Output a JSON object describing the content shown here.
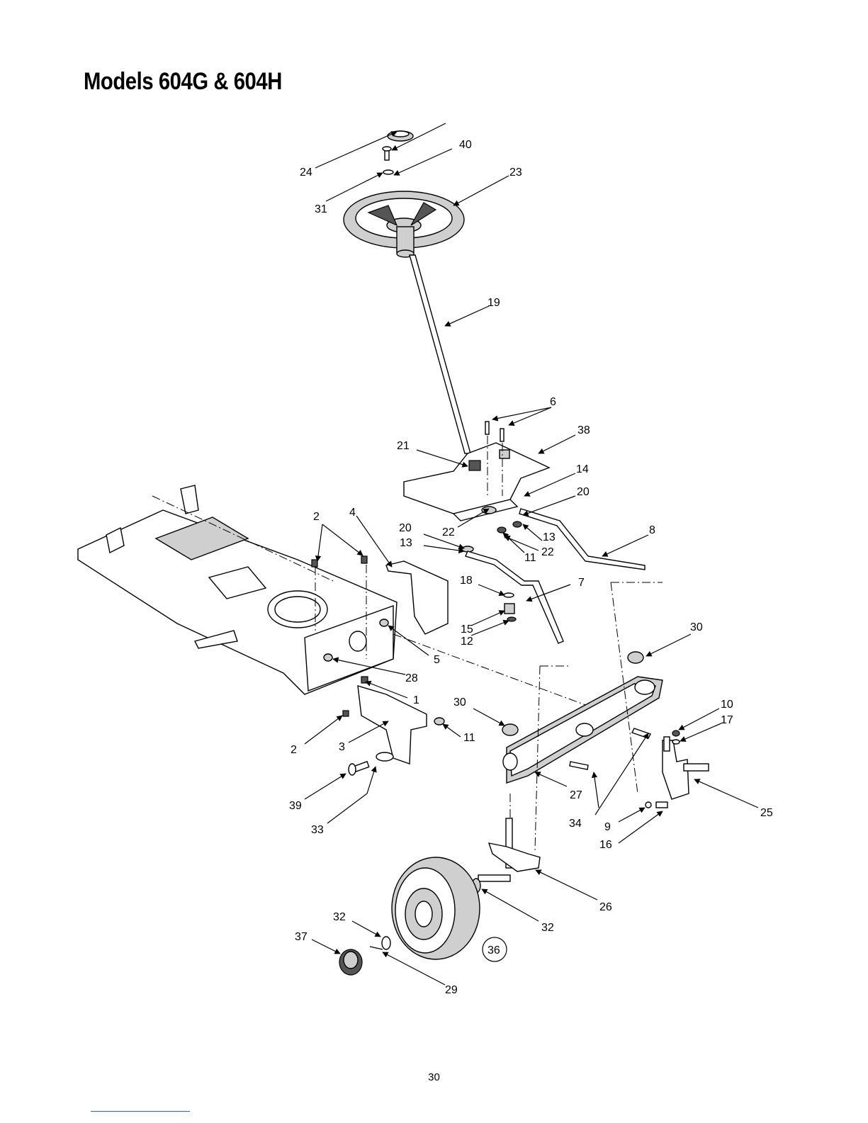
{
  "page": {
    "title": "Models 604G & 604H",
    "page_number": "30"
  },
  "callouts": [
    "1",
    "2",
    "2",
    "3",
    "4",
    "5",
    "6",
    "7",
    "8",
    "9",
    "10",
    "11",
    "11",
    "12",
    "13",
    "13",
    "14",
    "15",
    "16",
    "17",
    "18",
    "19",
    "20",
    "20",
    "21",
    "22",
    "22",
    "23",
    "24",
    "25",
    "26",
    "27",
    "28",
    "29",
    "30",
    "30",
    "31",
    "32",
    "32",
    "33",
    "34",
    "36",
    "37",
    "38",
    "39",
    "40"
  ]
}
